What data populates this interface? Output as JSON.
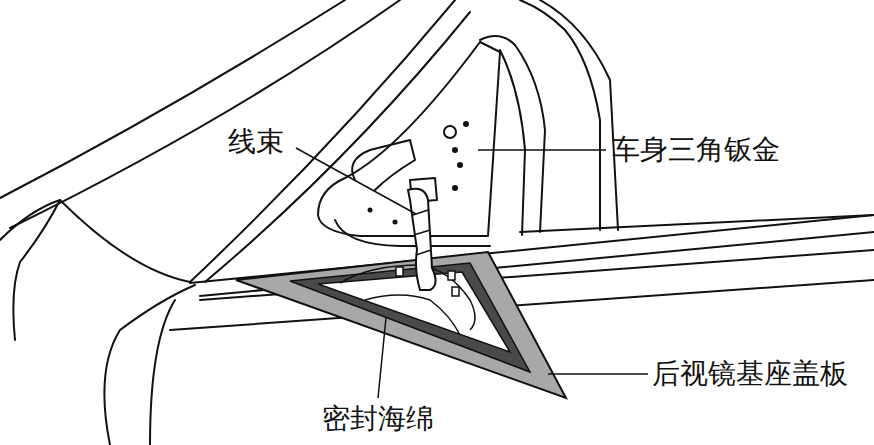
{
  "diagram": {
    "labels": [
      "线束",
      "车身三角钣金",
      "后视镜基座盖板",
      "密封海绵"
    ]
  }
}
